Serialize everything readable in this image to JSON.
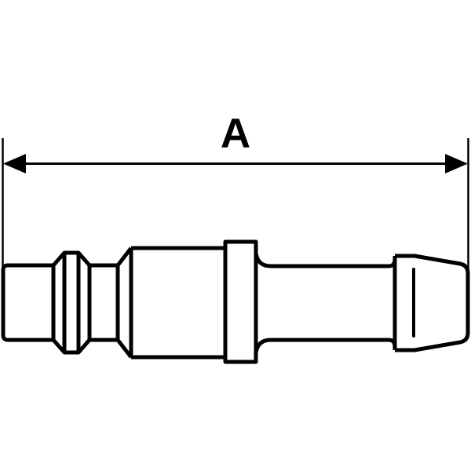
{
  "diagram": {
    "subject": "hose barb coupling plug (side view line drawing)",
    "dimension": {
      "label": "A",
      "meaning": "overall length"
    },
    "colors": {
      "stroke": "#000000",
      "background": "#ffffff"
    },
    "parts": [
      {
        "id": "nose",
        "label": "Coupling nose"
      },
      {
        "id": "locking-ring",
        "label": "Locking groove ring"
      },
      {
        "id": "neck",
        "label": "Neck"
      },
      {
        "id": "body",
        "label": "Body"
      },
      {
        "id": "collar",
        "label": "Collar"
      },
      {
        "id": "shank",
        "label": "Hose shank"
      },
      {
        "id": "barb",
        "label": "Hose barb tip"
      }
    ]
  }
}
